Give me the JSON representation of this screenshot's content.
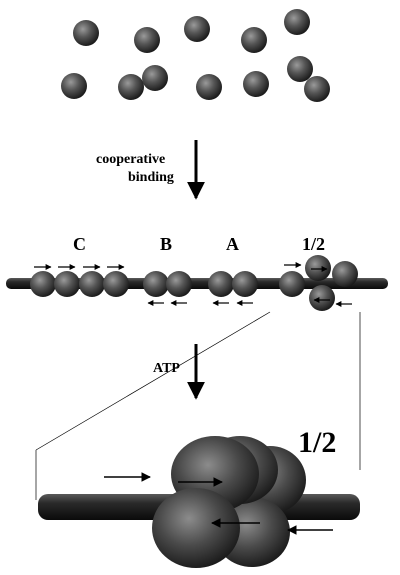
{
  "steps": {
    "binding_label_line1": "cooperative",
    "binding_label_line2": "binding",
    "atp_label": "ATP"
  },
  "filament_labels": {
    "c": "C",
    "b": "B",
    "a": "A",
    "half": "1/2"
  },
  "zoom": {
    "label": "1/2"
  },
  "colors": {
    "ink": "#000000",
    "bead_light": "#8a8a8a",
    "bead_dark": "#1e1e1e",
    "rod": "#1a1a1a"
  }
}
